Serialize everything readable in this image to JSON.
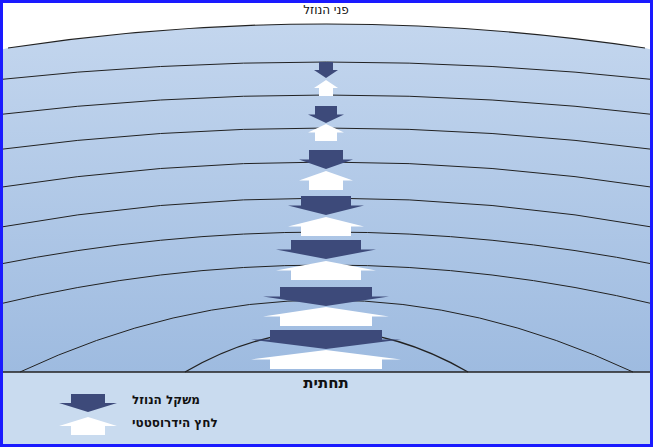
{
  "diagram": {
    "labels": [
      "פני הנוזל",
      "תחתית"
    ],
    "legend": [
      {
        "text": "משקל הנוזל"
      },
      {
        "text": "לחץ הידרוסטטי"
      }
    ]
  }
}
